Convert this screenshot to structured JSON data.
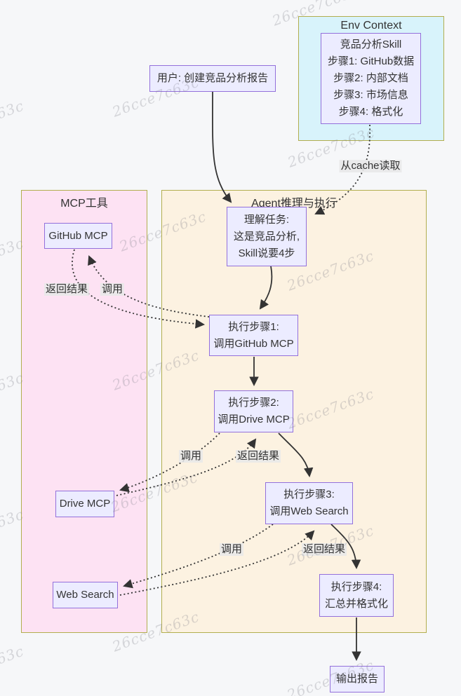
{
  "diagram": {
    "watermark_text": "26cce7c63c",
    "colors": {
      "page_bg": "#f6f7f9",
      "node_fill": "#ECECFF",
      "node_border": "#9370DB",
      "env_fill": "#d8f3fb",
      "mcp_fill": "#fde2f3",
      "agent_fill": "#fcf2e1",
      "container_border": "#b2ae4e",
      "edge": "#333333",
      "label_bg": "rgba(232,232,232,0.88)"
    },
    "containers": {
      "env": {
        "title": "Env Context"
      },
      "mcp": {
        "title": "MCP工具"
      },
      "agent": {
        "title": "Agent推理与执行"
      }
    },
    "nodes": {
      "user": {
        "label": "用户: 创建竞品分析报告"
      },
      "skill": {
        "line1": "竞品分析Skill",
        "line2": "步骤1: GitHub数据",
        "line3": "步骤2: 内部文档",
        "line4": "步骤3: 市场信息",
        "line5": "步骤4: 格式化"
      },
      "understand": {
        "line1": "理解任务:",
        "line2": "这是竞品分析,",
        "line3": "Skill说要4步"
      },
      "step1": {
        "line1": "执行步骤1:",
        "line2": "调用GitHub MCP"
      },
      "step2": {
        "line1": "执行步骤2:",
        "line2": "调用Drive MCP"
      },
      "step3": {
        "line1": "执行步骤3:",
        "line2": "调用Web Search"
      },
      "step4": {
        "line1": "执行步骤4:",
        "line2": "汇总并格式化"
      },
      "github_mcp": {
        "label": "GitHub MCP"
      },
      "drive_mcp": {
        "label": "Drive MCP"
      },
      "web_search": {
        "label": "Web Search"
      },
      "output": {
        "label": "输出报告"
      }
    },
    "edge_labels": {
      "from_cache": "从cache读取",
      "call_github": "调用",
      "return_github": "返回结果",
      "call_drive": "调用",
      "return_drive": "返回结果",
      "call_web": "调用",
      "return_web": "返回结果"
    }
  }
}
